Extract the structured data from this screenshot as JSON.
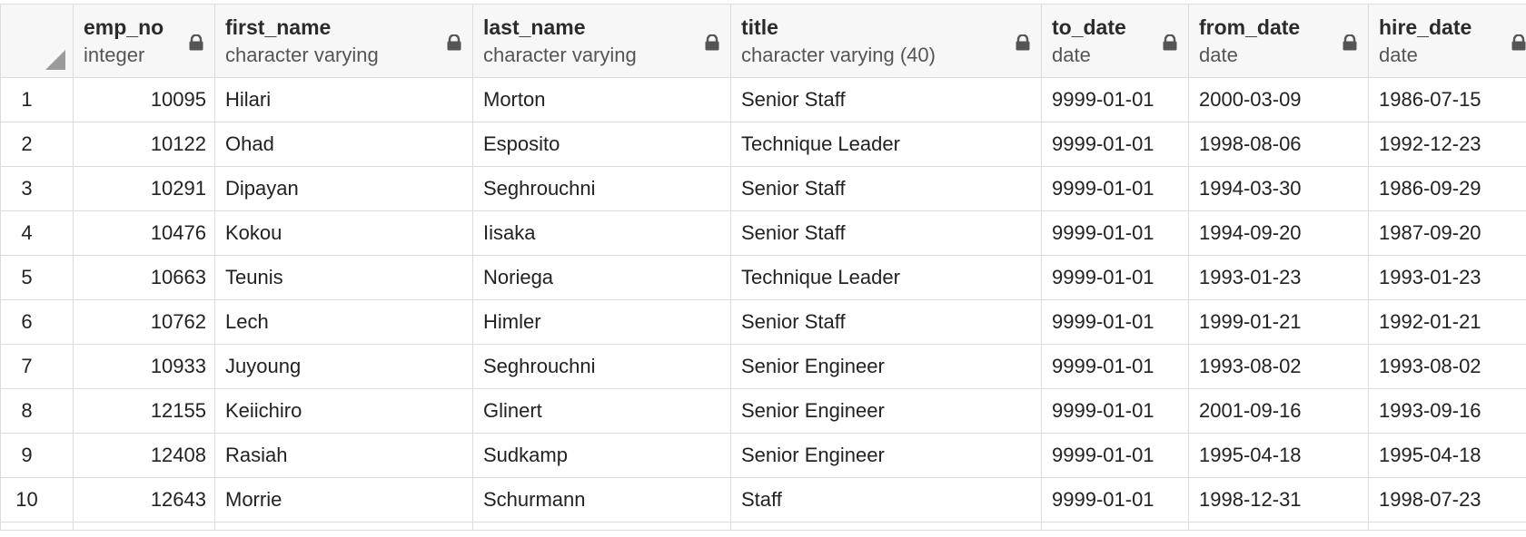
{
  "columns": [
    {
      "name": "emp_no",
      "type": "integer",
      "icon": "lock-icon"
    },
    {
      "name": "first_name",
      "type": "character varying",
      "icon": "lock-icon"
    },
    {
      "name": "last_name",
      "type": "character varying",
      "icon": "lock-icon"
    },
    {
      "name": "title",
      "type": "character varying (40)",
      "icon": "lock-icon"
    },
    {
      "name": "to_date",
      "type": "date",
      "icon": "lock-icon"
    },
    {
      "name": "from_date",
      "type": "date",
      "icon": "lock-icon"
    },
    {
      "name": "hire_date",
      "type": "date",
      "icon": "lock-icon"
    }
  ],
  "rows": [
    {
      "row": "1",
      "emp_no": "10095",
      "first_name": "Hilari",
      "last_name": "Morton",
      "title": "Senior Staff",
      "to_date": "9999-01-01",
      "from_date": "2000-03-09",
      "hire_date": "1986-07-15"
    },
    {
      "row": "2",
      "emp_no": "10122",
      "first_name": "Ohad",
      "last_name": "Esposito",
      "title": "Technique Leader",
      "to_date": "9999-01-01",
      "from_date": "1998-08-06",
      "hire_date": "1992-12-23"
    },
    {
      "row": "3",
      "emp_no": "10291",
      "first_name": "Dipayan",
      "last_name": "Seghrouchni",
      "title": "Senior Staff",
      "to_date": "9999-01-01",
      "from_date": "1994-03-30",
      "hire_date": "1986-09-29"
    },
    {
      "row": "4",
      "emp_no": "10476",
      "first_name": "Kokou",
      "last_name": "Iisaka",
      "title": "Senior Staff",
      "to_date": "9999-01-01",
      "from_date": "1994-09-20",
      "hire_date": "1987-09-20"
    },
    {
      "row": "5",
      "emp_no": "10663",
      "first_name": "Teunis",
      "last_name": "Noriega",
      "title": "Technique Leader",
      "to_date": "9999-01-01",
      "from_date": "1993-01-23",
      "hire_date": "1993-01-23"
    },
    {
      "row": "6",
      "emp_no": "10762",
      "first_name": "Lech",
      "last_name": "Himler",
      "title": "Senior Staff",
      "to_date": "9999-01-01",
      "from_date": "1999-01-21",
      "hire_date": "1992-01-21"
    },
    {
      "row": "7",
      "emp_no": "10933",
      "first_name": "Juyoung",
      "last_name": "Seghrouchni",
      "title": "Senior Engineer",
      "to_date": "9999-01-01",
      "from_date": "1993-08-02",
      "hire_date": "1993-08-02"
    },
    {
      "row": "8",
      "emp_no": "12155",
      "first_name": "Keiichiro",
      "last_name": "Glinert",
      "title": "Senior Engineer",
      "to_date": "9999-01-01",
      "from_date": "2001-09-16",
      "hire_date": "1993-09-16"
    },
    {
      "row": "9",
      "emp_no": "12408",
      "first_name": "Rasiah",
      "last_name": "Sudkamp",
      "title": "Senior Engineer",
      "to_date": "9999-01-01",
      "from_date": "1995-04-18",
      "hire_date": "1995-04-18"
    },
    {
      "row": "10",
      "emp_no": "12643",
      "first_name": "Morrie",
      "last_name": "Schurmann",
      "title": "Staff",
      "to_date": "9999-01-01",
      "from_date": "1998-12-31",
      "hire_date": "1998-07-23"
    }
  ]
}
